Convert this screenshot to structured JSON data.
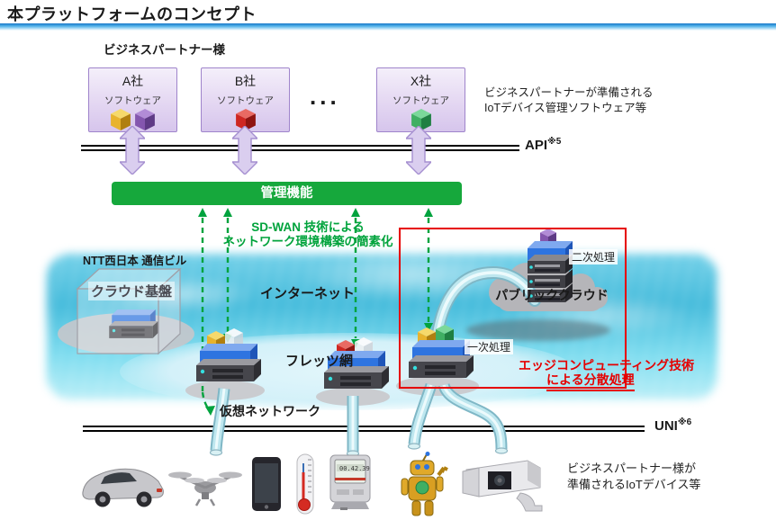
{
  "title": "本プラットフォームのコンセプト",
  "partners": {
    "heading": "ビジネスパートナー様",
    "companies": [
      {
        "name": "A社",
        "software_label": "ソフトウェア",
        "cubes": [
          "yellow",
          "purple"
        ]
      },
      {
        "name": "B社",
        "software_label": "ソフトウェア",
        "cubes": [
          "red"
        ]
      },
      {
        "name": "X社",
        "software_label": "ソフトウェア",
        "cubes": [
          "green"
        ]
      }
    ],
    "ellipsis": "...",
    "note_line1": "ビジネスパートナーが準備される",
    "note_line2": "IoTデバイス管理ソフトウェア等"
  },
  "api": {
    "label": "API",
    "sup": "※5"
  },
  "uni": {
    "label": "UNI",
    "sup": "※6"
  },
  "management_bar": {
    "label": "管理機能"
  },
  "sdwan_note": {
    "line1": "SD-WAN 技術による",
    "line2": "ネットワーク環境構築の簡素化"
  },
  "cloud": {
    "building_label": "NTT西日本 通信ビル",
    "platform_label": "クラウド基盤"
  },
  "network": {
    "internet_label": "インターネット",
    "flets_label": "フレッツ網",
    "virtual_label": "仮想ネットワーク"
  },
  "public_cloud": {
    "label": "パブリッククラウド",
    "secondary_label": "二次処理",
    "primary_label": "一次処理"
  },
  "edge_note": {
    "line1": "エッジコンピューティング技術",
    "line2": "による分散処理"
  },
  "devices": {
    "note_line1": "ビジネスパートナー様が",
    "note_line2": "準備されるIoTデバイス等",
    "items": [
      "car",
      "drone",
      "smartphone",
      "thermometer",
      "smart-meter",
      "robot",
      "security-camera"
    ]
  },
  "colors": {
    "accent_green": "#16A83C",
    "sdwan_green": "#00A33E",
    "alert_red": "#E60000",
    "partner_purple": "#9F84CB",
    "rule_blue": "#1877C8"
  }
}
